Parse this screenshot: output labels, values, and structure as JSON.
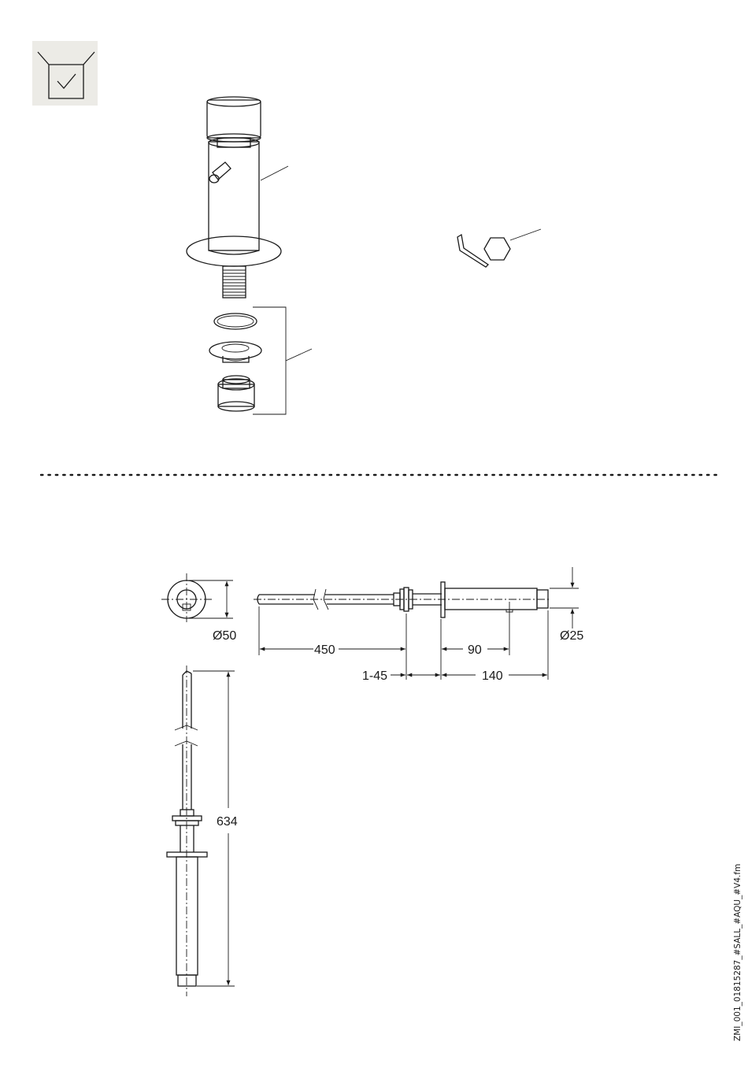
{
  "badge": {
    "icon": "box-check-icon",
    "bg": "#ecebe6"
  },
  "dimensions": {
    "d50": "Ø50",
    "d25": "Ø25",
    "l450": "450",
    "l90": "90",
    "l1_45": "1-45",
    "l140": "140",
    "h634": "634"
  },
  "side_text": "ZMI_001_01815287_#SALL_#AQU_#V4.fm"
}
